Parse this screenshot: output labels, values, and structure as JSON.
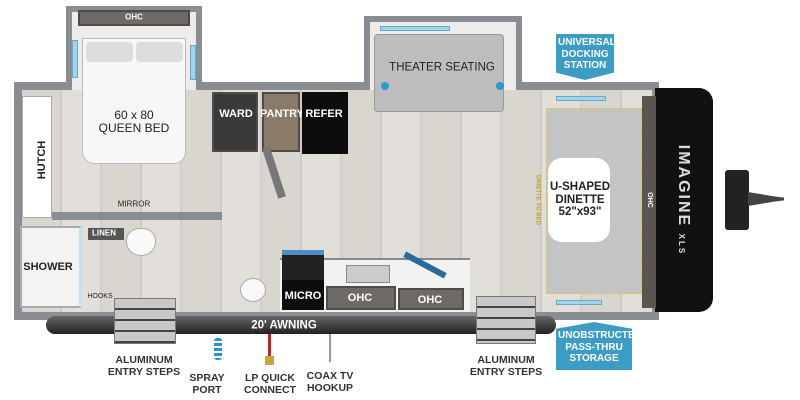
{
  "brand": {
    "logo_text": "IMAGINE",
    "logo_sub": "XLS"
  },
  "rooms": {
    "bed": "60 x 80\nQUEEN BED",
    "bed_line1": "60 x 80",
    "bed_line2": "QUEEN BED",
    "bedroom_ohc": "OHC",
    "hutch": "HUTCH",
    "mirror": "MIRROR",
    "linen": "LINEN",
    "shower": "SHOWER",
    "hooks": "HOOKS",
    "ward": "WARD",
    "pantry": "PANTRY",
    "refer": "REFER",
    "theater": "THEATER SEATING",
    "micro": "MICRO",
    "kitchen_ohc_1": "OHC",
    "kitchen_ohc_2": "OHC",
    "dinette_line1": "U-SHAPED",
    "dinette_line2": "DINETTE",
    "dinette_line3": "52\"x93\"",
    "dinette_to_bed": "DINETTE TO BED",
    "front_ohc": "OHC",
    "awning": "20' AWNING"
  },
  "callouts": {
    "docking": "UNIVERSAL DOCKING STATION",
    "docking_l1": "UNIVERSAL",
    "docking_l2": "DOCKING",
    "docking_l3": "STATION",
    "storage_l1": "UNOBSTRUCTED",
    "storage_l2": "PASS-THRU",
    "storage_l3": "STORAGE"
  },
  "exterior": {
    "steps1_l1": "ALUMINUM",
    "steps1_l2": "ENTRY STEPS",
    "spray_l1": "SPRAY",
    "spray_l2": "PORT",
    "lp_l1": "LP QUICK",
    "lp_l2": "CONNECT",
    "coax_l1": "COAX TV",
    "coax_l2": "HOOKUP",
    "steps2_l1": "ALUMINUM",
    "steps2_l2": "ENTRY STEPS"
  },
  "colors": {
    "callout": "#3b9cc6",
    "lp_line": "#d11f1f",
    "spray_hose": "#2f8fd6"
  }
}
